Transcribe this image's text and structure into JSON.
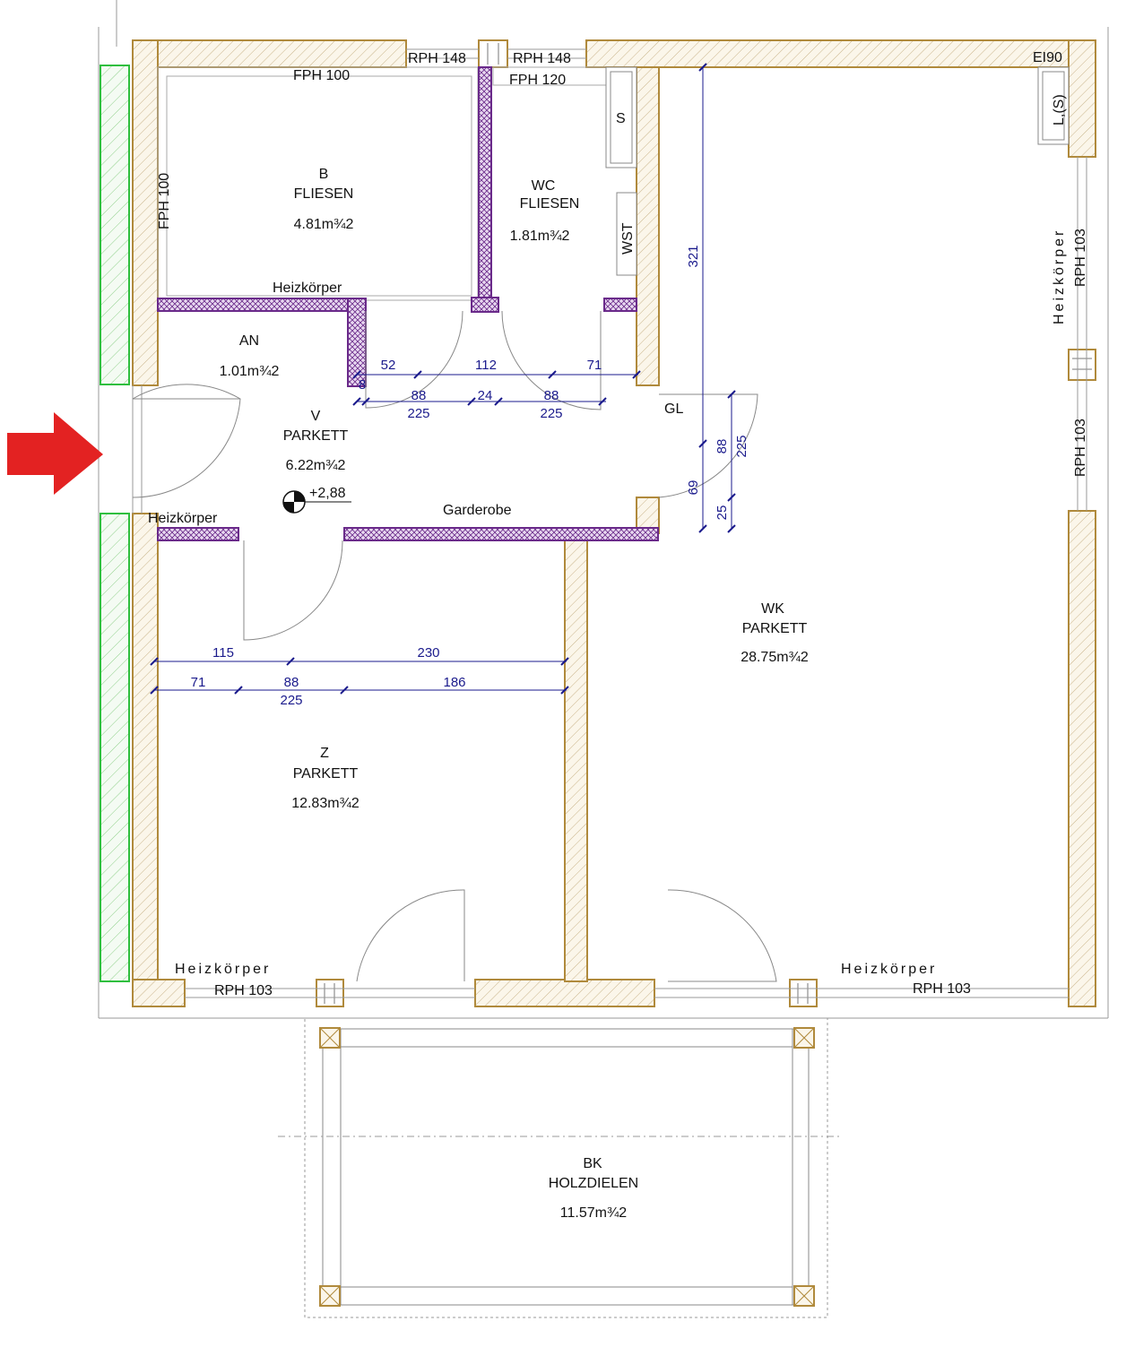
{
  "rooms": {
    "b": {
      "name": "B",
      "floor": "FLIESEN",
      "area": "4.81m¾2"
    },
    "wc": {
      "name": "WC",
      "floor": "FLIESEN",
      "area": "1.81m¾2"
    },
    "an": {
      "name": "AN",
      "area": "1.01m¾2"
    },
    "v": {
      "name": "V",
      "floor": "PARKETT",
      "area": "6.22m¾2"
    },
    "wk": {
      "name": "WK",
      "floor": "PARKETT",
      "area": "28.75m¾2"
    },
    "z": {
      "name": "Z",
      "floor": "PARKETT",
      "area": "12.83m¾2"
    },
    "bk": {
      "name": "BK",
      "floor": "HOLZDIELEN",
      "area": "11.57m¾2"
    }
  },
  "labels": {
    "rph148_a": "RPH 148",
    "rph148_b": "RPH 148",
    "fph100_top": "FPH 100",
    "fph100_side": "FPH 100",
    "fph120": "FPH 120",
    "ei90": "EI90",
    "s": "S",
    "ls": "L,(S)",
    "wst": "WST",
    "heizkoerper_b": "Heizkörper",
    "heizkoerper_v": "Heizkörper",
    "heizkoerper_right": "Heizkörper",
    "heizkoerper_bl": "Heizkörper",
    "heizkoerper_br": "Heizkörper",
    "rph103_r1": "RPH 103",
    "rph103_r2": "RPH 103",
    "rph103_bl": "RPH 103",
    "rph103_br": "RPH 103",
    "garderobe": "Garderobe",
    "gl": "GL",
    "level": "+2,88"
  },
  "dimensions": {
    "d52": "52",
    "d112": "112",
    "d71a": "71",
    "d8": "8",
    "d88a": "88",
    "d225a": "225",
    "d24": "24",
    "d88b": "88",
    "d225b": "225",
    "d321": "321",
    "d88v": "88",
    "d225v": "225",
    "d69": "69",
    "d25": "25",
    "d115": "115",
    "d230": "230",
    "d71b": "71",
    "d88c": "88",
    "d225c": "225",
    "d186": "186"
  },
  "colors": {
    "wall_outline": "#b08a3c",
    "partition": "#6a2a8a",
    "insulation": "#2fbf3f",
    "entry_arrow": "#e32222",
    "dimension": "#1a1a8c"
  }
}
